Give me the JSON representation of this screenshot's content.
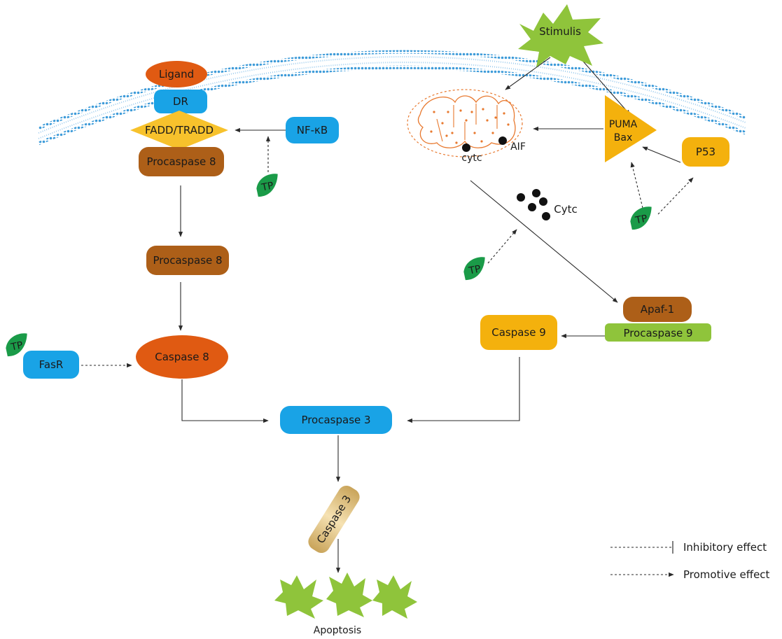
{
  "nodes": {
    "stimulis": "Stimulis",
    "ligand": "Ligand",
    "dr": "DR",
    "fadd_tradd": "FADD/TRADD",
    "procaspase8_top": "Procaspase 8",
    "nfkb": "NF-κB",
    "procaspase8_mid": "Procaspase 8",
    "caspase8": "Caspase 8",
    "fasr": "FasR",
    "procaspase3": "Procaspase 3",
    "caspase3": "Caspase 3",
    "apoptosis": "Apoptosis",
    "puma_bax_line1": "PUMA",
    "puma_bax_line2": "Bax",
    "p53": "P53",
    "mito_cytc": "cytc",
    "mito_aif": "AIF",
    "cytc_free": "Cytc",
    "apaf1": "Apaf-1",
    "procaspase9": "Procaspase 9",
    "caspase9": "Caspase 9"
  },
  "tp_label": "TP",
  "legend": {
    "inhibitory": "Inhibitory effect",
    "promotive": "Promotive effect"
  },
  "colors": {
    "orange_red": "#e05a12",
    "blue": "#19a3e6",
    "yellow": "#f7c22c",
    "brown": "#ad5f18",
    "green_leaf": "#1a9b48",
    "lime": "#8fc43b",
    "amber": "#f4b10d",
    "membrane_blue": "#3d9bd9"
  }
}
